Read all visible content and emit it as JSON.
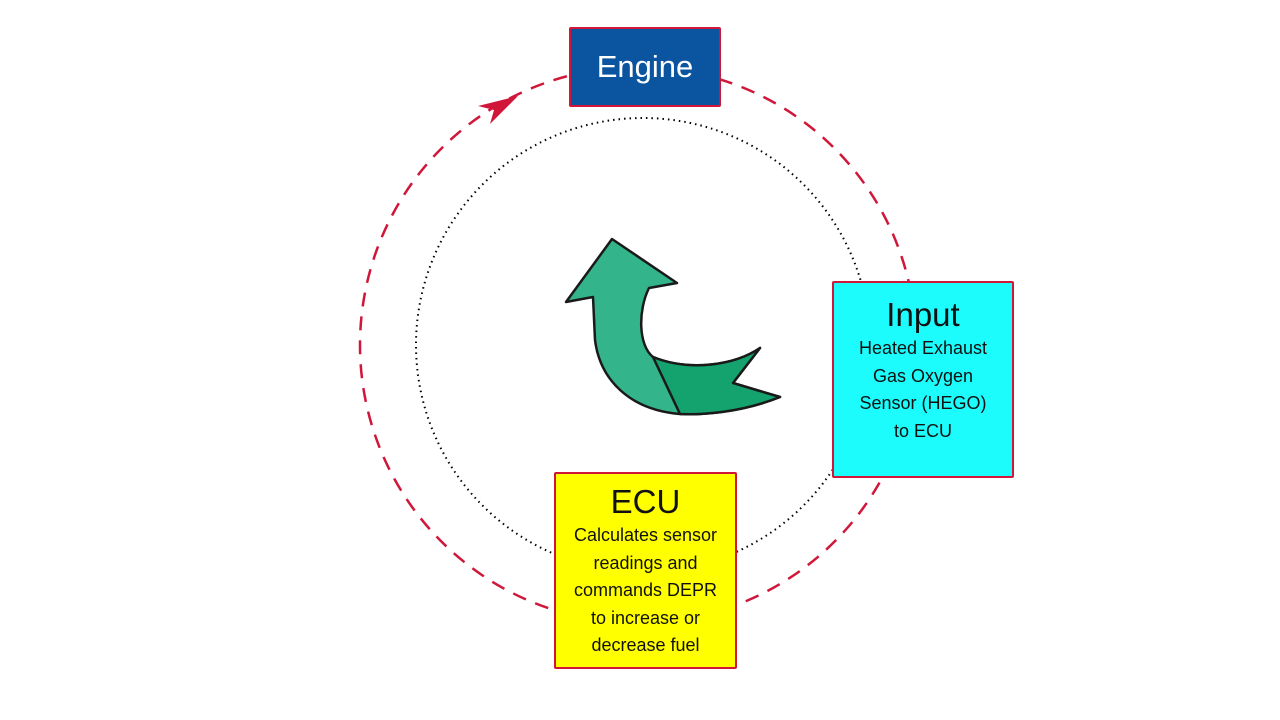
{
  "engine": {
    "label": "Engine",
    "color": "#0b54a0"
  },
  "input": {
    "title": "Input",
    "description": "Heated Exhaust Gas Oxygen Sensor (HEGO) to ECU",
    "lines": [
      "Heated Exhaust",
      "Gas Oxygen",
      "Sensor (HEGO)",
      "to ECU"
    ],
    "color": "#1cfcfc"
  },
  "ecu": {
    "title": "ECU",
    "lines": [
      "Calculates sensor",
      "readings and",
      "commands DEPR",
      "to increase or",
      "decrease fuel"
    ],
    "color": "#ffff00"
  },
  "colors": {
    "cycle_arrow": "#d0173a",
    "center_arrow_light": "#33b48a",
    "center_arrow_dark": "#14a36f"
  }
}
